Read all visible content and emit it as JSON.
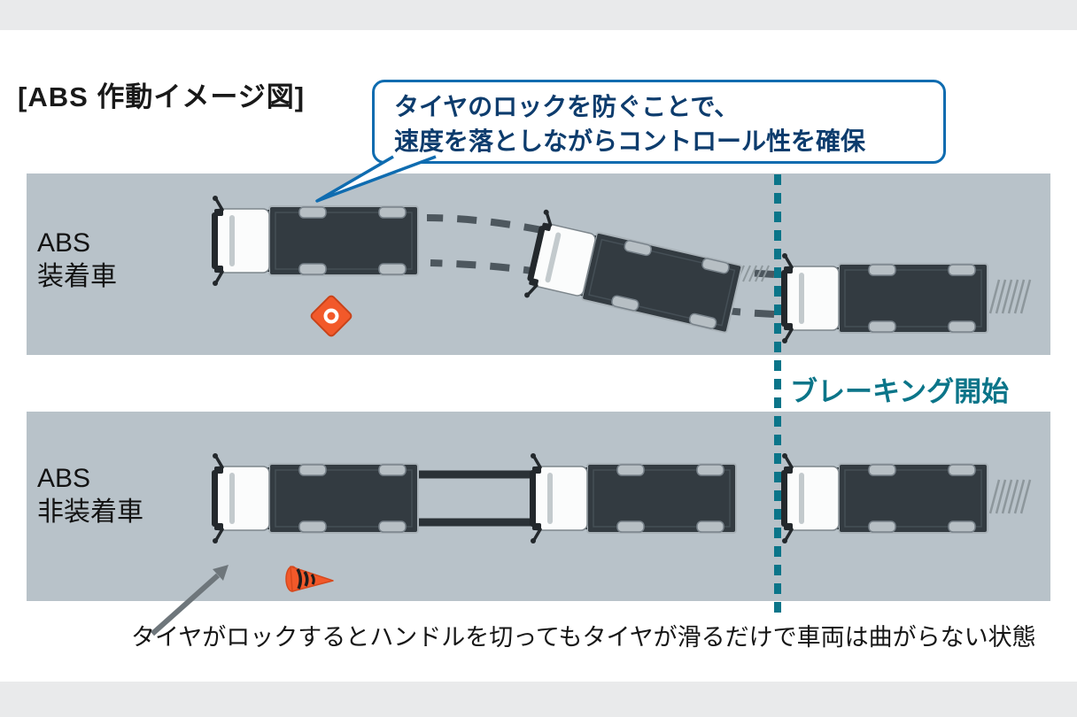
{
  "title": "[ABS 作動イメージ図]",
  "callout": {
    "line1": "タイヤのロックを防ぐことで、",
    "line2": "速度を落としながらコントロール性を確保"
  },
  "lanes": {
    "abs": {
      "label_line1": "ABS",
      "label_line2": "装着車",
      "truck_count": 3
    },
    "no_abs": {
      "label_line1": "ABS",
      "label_line2": "非装着車",
      "truck_count": 3
    }
  },
  "braking_start_label": "ブレーキング開始",
  "bottom_caption": "タイヤがロックするとハンドルを切ってもタイヤが滑るだけで車両は曲がらない状態",
  "icons": {
    "truck": "truck-top-view-icon",
    "obstacle": "hazard-marker-diamond-icon",
    "cone": "traffic-cone-fallen-icon",
    "arrow": "caption-arrow-icon",
    "callout_tail": "callout-tail-icon"
  },
  "colors": {
    "panel_background": "#b8c2c9",
    "margin_strip_gray": "#e9eaeb",
    "callout_border_blue": "#0f6cb0",
    "callout_text_navy": "#0d3c6d",
    "braking_teal": "#0b7589",
    "obstacle_orange": "#f2592a",
    "truck_bed_gray": "#333b41",
    "skid_mark_dark": "#2b3237",
    "tire_track_gray": "#4d575e"
  }
}
